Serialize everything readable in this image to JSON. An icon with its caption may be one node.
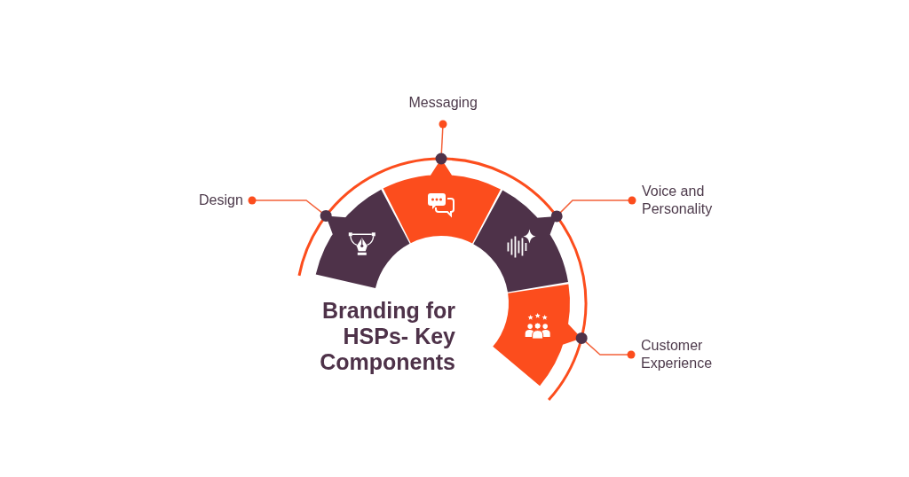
{
  "diagram": {
    "title": "Branding for HSPs- Key Components",
    "nodes": [
      {
        "text": [
          "Design"
        ]
      },
      {
        "text": [],
        "shape": "segment"
      },
      {
        "text": [
          "Messaging"
        ]
      },
      {
        "text": [],
        "shape": "segment"
      },
      {
        "text": [
          "Voice and Personality"
        ]
      },
      {
        "text": [],
        "shape": "segment"
      },
      {
        "text": [
          "Customer Experience"
        ]
      },
      {
        "text": [],
        "shape": "segment"
      }
    ],
    "edges": [
      {
        "from": 0,
        "to": 1,
        "arrow": "other"
      },
      {
        "from": 2,
        "to": 3,
        "arrow": "other"
      },
      {
        "from": 4,
        "to": 5,
        "arrow": "other"
      },
      {
        "from": 6,
        "to": 7,
        "arrow": "other"
      }
    ]
  }
}
